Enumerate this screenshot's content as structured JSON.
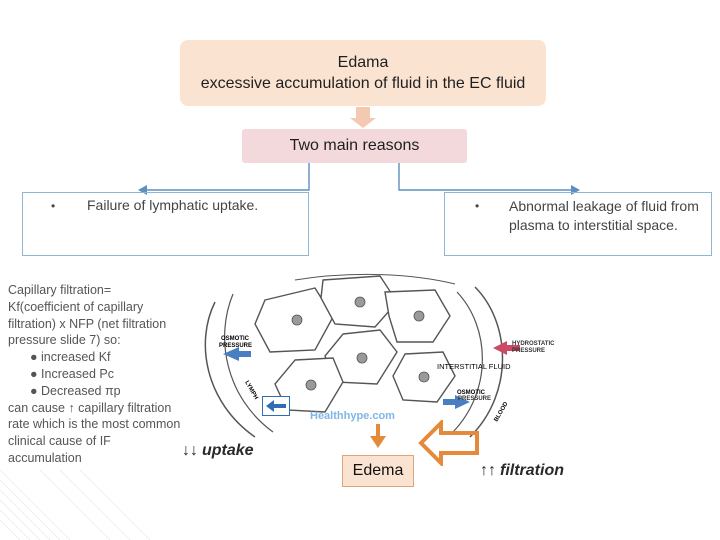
{
  "header": {
    "title": "Edama",
    "definition": "excessive accumulation of fluid in the EC fluid"
  },
  "reasons": {
    "label": "Two main reasons"
  },
  "left_reason": {
    "bullet": "•",
    "text": "Failure of lymphatic uptake."
  },
  "right_reason": {
    "bullet": "•",
    "text": "Abnormal leakage of fluid from plasma to interstitial space."
  },
  "capillary": {
    "line1": "Capillary filtration=",
    "line2": "Kf(coefficient of capillary",
    "line3": "filtration) x NFP (net filtration",
    "line4": "pressure slide 7) so:",
    "items": [
      "● increased Kf",
      "● Increased Pc",
      "● Decreased πp"
    ],
    "line5": "can cause ↑ capillary filtration",
    "line6": "rate which is the most  common",
    "line7": "clinical cause of IF",
    "line8": "accumulation"
  },
  "uptake": {
    "arrows": "↓↓",
    "label": "uptake"
  },
  "edema": {
    "label": "Edema"
  },
  "filtration": {
    "arrows": "↑↑",
    "label": "filtration"
  },
  "diagram": {
    "osmotic_left_1": "OSMOTIC",
    "osmotic_left_2": "PRESSURE",
    "hydrostatic_1": "HYDROSTATIC",
    "hydrostatic_2": "PRESSURE",
    "osmotic_right_1": "OSMOTIC",
    "osmotic_right_2": "PRESSURE",
    "interstitial": "INTERSTITIAL FLUID",
    "lymph": "LYMPH",
    "blood": "BLOOD",
    "watermark": "Healthhype.com"
  },
  "colors": {
    "accent_orange": "#e58a3a",
    "accent_blue": "#2f6db5",
    "connector_blue": "#5d8fbf"
  }
}
